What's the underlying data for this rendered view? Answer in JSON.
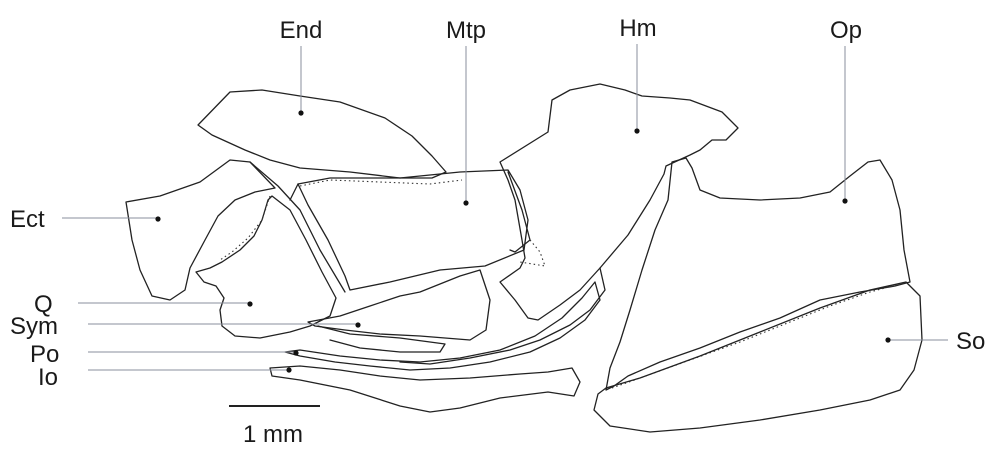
{
  "labels": {
    "end": "End",
    "mtp": "Mtp",
    "hm": "Hm",
    "op": "Op",
    "ect": "Ect",
    "q": "Q",
    "sym": "Sym",
    "po": "Po",
    "io": "Io",
    "so": "So"
  },
  "scale": {
    "text": "1 mm"
  }
}
